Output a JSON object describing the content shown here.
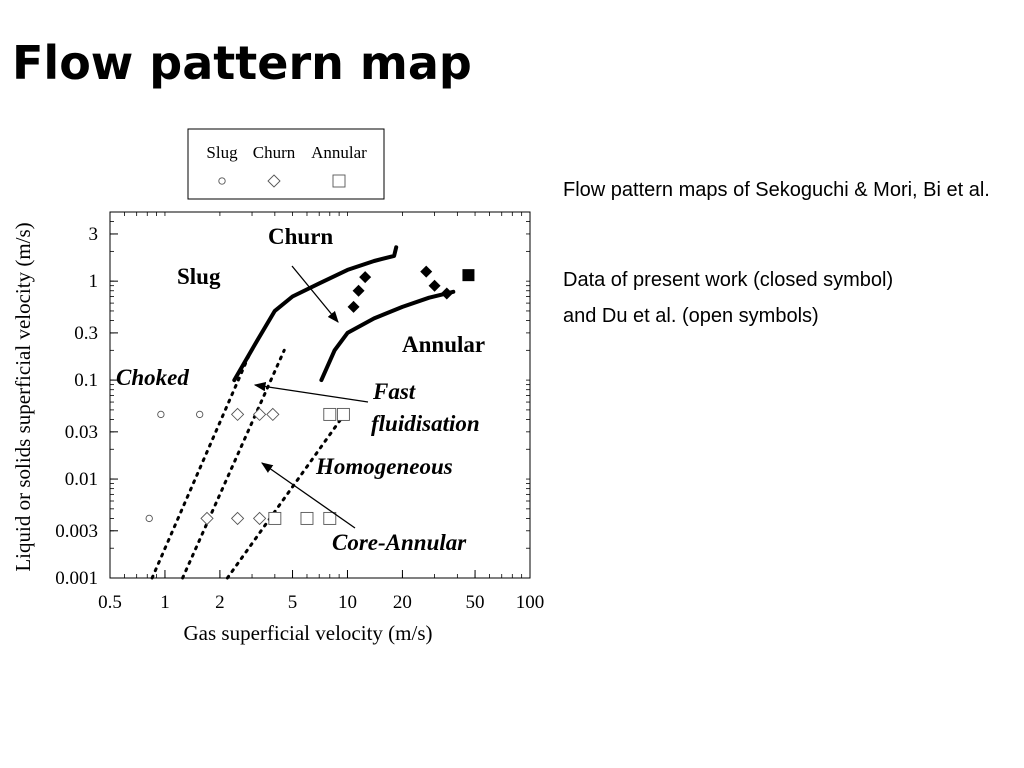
{
  "slide": {
    "title": "Flow pattern map",
    "notes": [
      "Flow pattern maps of Sekoguchi & Mori, Bi et al.",
      "Data of present work (closed symbol)",
      "and Du et al. (open symbols)"
    ]
  },
  "chart_data": {
    "type": "scatter",
    "xscale": "log",
    "yscale": "log",
    "xlim": [
      0.5,
      100
    ],
    "ylim": [
      0.001,
      5
    ],
    "xlabel": "Gas superficial velocity (m/s)",
    "ylabel": "Liquid or solids superficial velocity (m/s)",
    "xticks": [
      0.5,
      1,
      2,
      5,
      10,
      20,
      50,
      100
    ],
    "xtick_labels": [
      "0.5",
      "1",
      "2",
      "5",
      "10",
      "20",
      "50",
      "100"
    ],
    "yticks": [
      0.001,
      0.003,
      0.01,
      0.03,
      0.1,
      0.3,
      1,
      3
    ],
    "ytick_labels": [
      "0.001",
      "0.003",
      "0.01",
      "0.03",
      "0.1",
      "0.3",
      "1",
      "3"
    ],
    "grid": false,
    "legend": {
      "position": "top",
      "entries": [
        {
          "label": "Slug",
          "marker": "circle"
        },
        {
          "label": "Churn",
          "marker": "diamond"
        },
        {
          "label": "Annular",
          "marker": "square"
        }
      ]
    },
    "series": [
      {
        "marker": "circle",
        "filled": false,
        "x": [
          0.95,
          1.55,
          0.82
        ],
        "y": [
          0.045,
          0.045,
          0.004
        ]
      },
      {
        "marker": "diamond",
        "filled": false,
        "x": [
          2.5,
          3.3,
          3.9,
          1.7,
          2.5,
          3.3
        ],
        "y": [
          0.045,
          0.045,
          0.045,
          0.004,
          0.004,
          0.004
        ]
      },
      {
        "marker": "square",
        "filled": false,
        "x": [
          8.0,
          9.5,
          4.0,
          6.0,
          8.0
        ],
        "y": [
          0.045,
          0.045,
          0.004,
          0.004,
          0.004
        ]
      },
      {
        "marker": "diamond",
        "filled": true,
        "x": [
          12.5,
          11.5,
          10.8,
          27,
          30,
          35
        ],
        "y": [
          1.1,
          0.8,
          0.55,
          1.25,
          0.9,
          0.75
        ]
      },
      {
        "marker": "square",
        "filled": true,
        "x": [
          46
        ],
        "y": [
          1.15
        ]
      }
    ],
    "boundaries": [
      {
        "style": "solid",
        "x": [
          2.4,
          3.2,
          4.0,
          5.0,
          7.0,
          10,
          14,
          18,
          18.5
        ],
        "y": [
          0.1,
          0.25,
          0.5,
          0.7,
          0.95,
          1.3,
          1.6,
          1.8,
          2.2
        ]
      },
      {
        "style": "solid",
        "x": [
          7.2,
          8.5,
          10,
          14,
          20,
          28,
          38
        ],
        "y": [
          0.1,
          0.2,
          0.3,
          0.42,
          0.55,
          0.68,
          0.78
        ]
      },
      {
        "style": "dotted",
        "x": [
          0.85,
          2.9
        ],
        "y": [
          0.001,
          0.18
        ]
      },
      {
        "style": "dotted",
        "x": [
          1.25,
          4.5
        ],
        "y": [
          0.001,
          0.2
        ]
      },
      {
        "style": "dotted",
        "x": [
          2.2,
          10
        ],
        "y": [
          0.001,
          0.05
        ]
      }
    ],
    "annotations": [
      {
        "text": "Churn",
        "style": "bold"
      },
      {
        "text": "Slug",
        "style": "bold"
      },
      {
        "text": "Annular",
        "style": "bold"
      },
      {
        "text": "Choked",
        "style": "bold-italic"
      },
      {
        "text": "Fast",
        "style": "bold-italic"
      },
      {
        "text": "fluidisation",
        "style": "bold-italic"
      },
      {
        "text": "Homogeneous",
        "style": "bold-italic"
      },
      {
        "text": "Core-Annular",
        "style": "bold-italic"
      }
    ]
  }
}
